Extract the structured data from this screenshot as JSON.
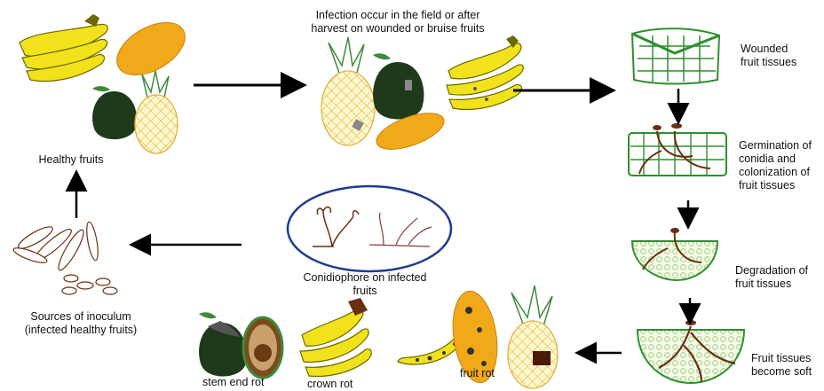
{
  "labels": {
    "infection": [
      "Infection occur in the field or after",
      "harvest on wounded or bruise fruits"
    ],
    "healthy": "Healthy fruits",
    "wounded": [
      "Wounded",
      "fruit tissues"
    ],
    "germination": [
      "Germination  of",
      "conidia and",
      "colonization of",
      "fruit tissues"
    ],
    "degradation": [
      "Degradation of",
      "fruit tissues"
    ],
    "soft": [
      "Fruit tissues",
      "become soft"
    ],
    "conidiophore": [
      "Conidiophore  on infected",
      "fruits"
    ],
    "inoculum": [
      "Sources of inoculum",
      "(infected healthy fruits)"
    ],
    "stem_end_rot": "stem end rot",
    "crown_rot": "crown rot",
    "fruit_rot": "fruit rot"
  },
  "colors": {
    "banana": "#f2e21b",
    "banana_outline": "#6b6a00",
    "papaya": "#f1a91a",
    "avocado": "#1f3a1a",
    "pineapple_body": "#fff7c9",
    "pineapple_grid": "#e6b84a",
    "pineapple_leaf": "#3f8a3a",
    "tissue": "#2f8f2f",
    "hyphae": "#6b2f12",
    "arrow": "#000000",
    "ellipse": "#1f3b8f"
  }
}
